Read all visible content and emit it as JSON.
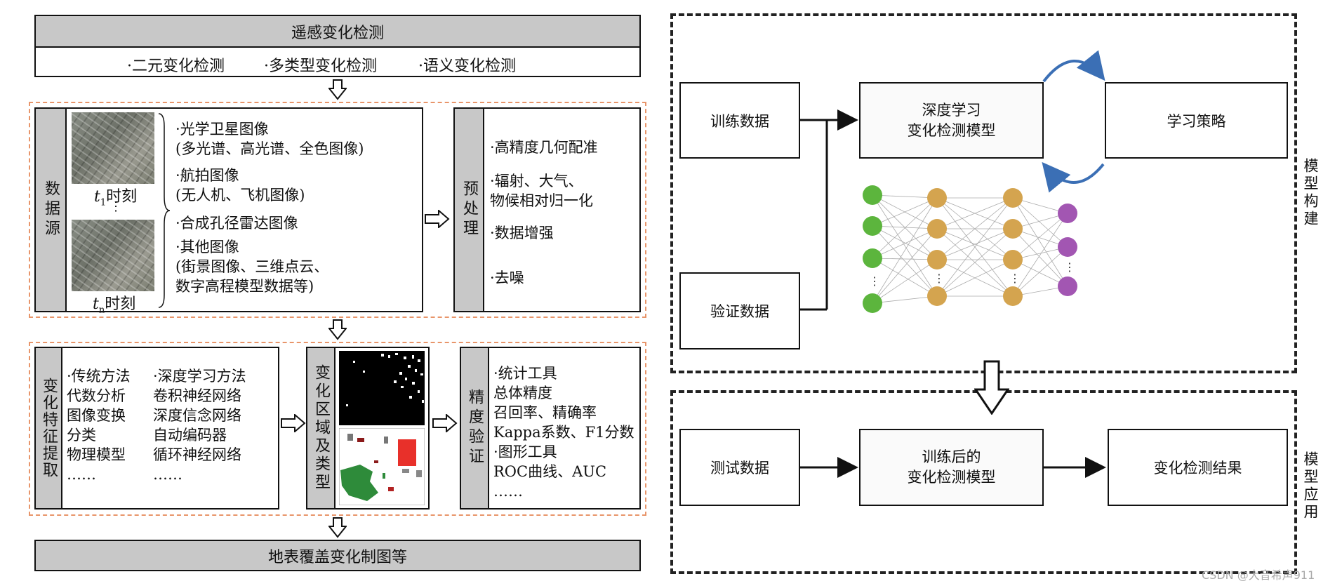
{
  "left": {
    "top_title": "遥感变化检测",
    "top_items": [
      "·二元变化检测",
      "·多类型变化检测",
      "·语义变化检测"
    ],
    "data_source": {
      "label": "数据源",
      "time1": "t",
      "time1_sub": "1",
      "time1_suffix": "时刻",
      "time_dots": "⋮",
      "timen": "t",
      "timen_sub": "n",
      "timen_suffix": "时刻",
      "items": [
        "·光学卫星图像",
        "(多光谱、高光谱、全色图像)",
        "·航拍图像",
        "(无人机、飞机图像)",
        "·合成孔径雷达图像",
        "·其他图像",
        "(街景图像、三维点云、",
        "数字高程模型数据等)"
      ]
    },
    "preprocess": {
      "label": "预处理",
      "items": [
        "·高精度几何配准",
        "·辐射、大气、",
        "物候相对归一化",
        "·数据增强",
        "·去噪"
      ]
    },
    "feature": {
      "label": "变化特征提取",
      "col1": [
        "·传统方法",
        "代数分析",
        "图像变换",
        "分类",
        "物理模型",
        "……"
      ],
      "col2": [
        "·深度学习方法",
        "卷积神经网络",
        "深度信念网络",
        "自动编码器",
        "循环神经网络",
        "……"
      ]
    },
    "change_region": {
      "label": "变化区域及类型"
    },
    "accuracy": {
      "label": "精度验证",
      "items": [
        "·统计工具",
        "总体精度",
        "召回率、精确率",
        "Kappa系数、F1分数",
        "·图形工具",
        "ROC曲线、AUC",
        "……"
      ]
    },
    "bottom_title": "地表覆盖变化制图等"
  },
  "right": {
    "train_data": "训练数据",
    "val_data": "验证数据",
    "model_line1": "深度学习",
    "model_line2": "变化检测模型",
    "strategy": "学习策略",
    "build_label": "模型构建",
    "test_data": "测试数据",
    "trained_line1": "训练后的",
    "trained_line2": "变化检测模型",
    "result": "变化检测结果",
    "apply_label": "模型应用",
    "nn_dots": "⋮"
  },
  "watermark": "CSDN @大音希声911",
  "colors": {
    "input_node": "#5cb53d",
    "hidden_node": "#d4a44f",
    "output_node": "#a256b2",
    "orange_dash": "#e8956a",
    "cycle_arrow": "#3b6fb5"
  }
}
